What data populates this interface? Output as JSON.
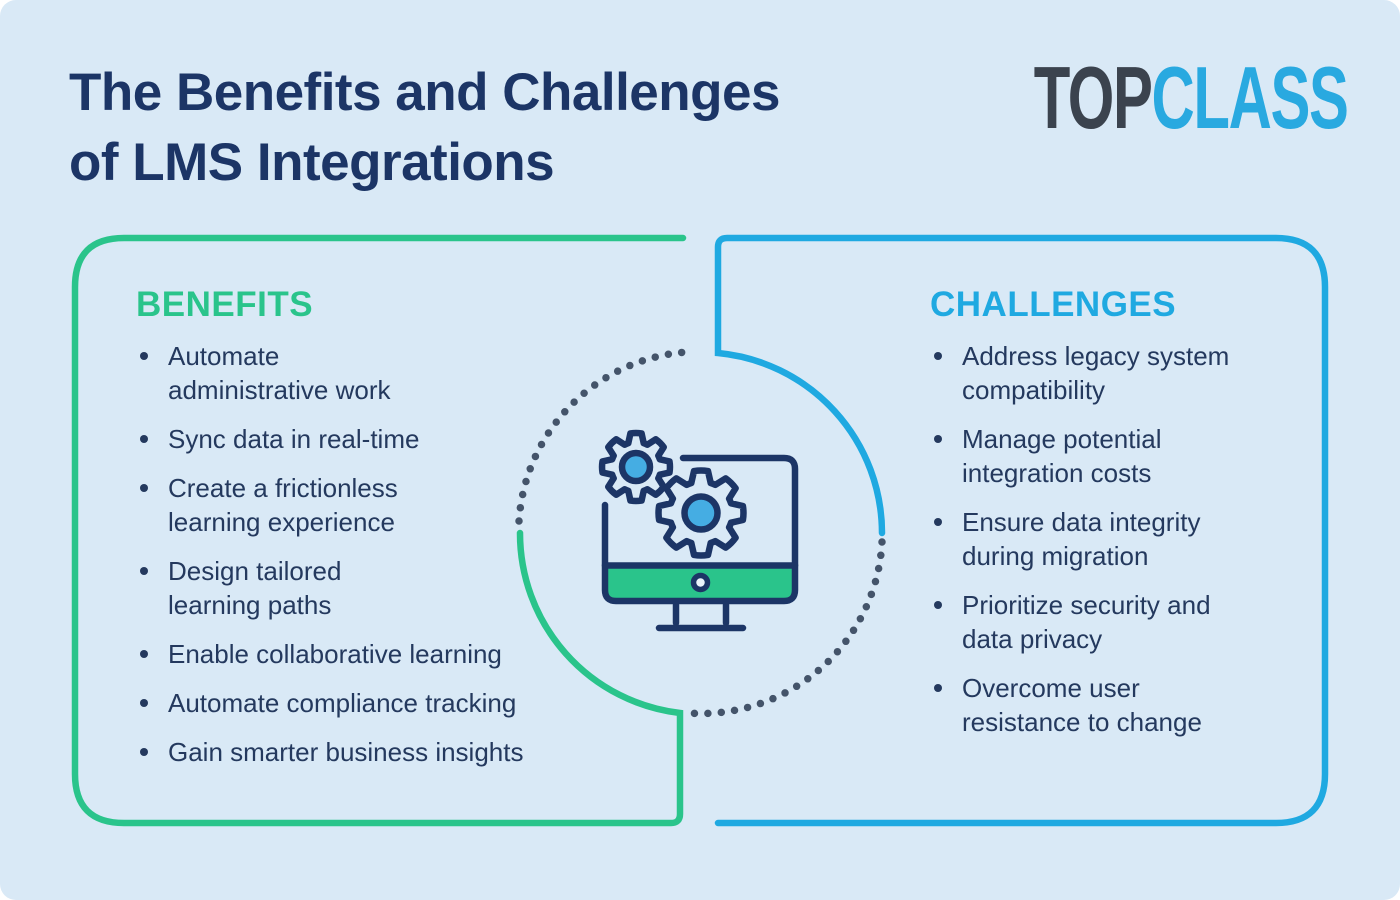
{
  "title": "The Benefits and Challenges\nof LMS Integrations",
  "logo": {
    "part1": "TOP",
    "part2": "CLASS"
  },
  "benefits": {
    "heading": "BENEFITS",
    "items": [
      "Automate\nadministrative work",
      "Sync data in real-time",
      "Create a frictionless\nlearning experience",
      "Design tailored\nlearning paths",
      "Enable collaborative learning",
      "Automate compliance tracking",
      "Gain smarter business insights"
    ]
  },
  "challenges": {
    "heading": "CHALLENGES",
    "items": [
      "Address legacy system\ncompatibility",
      "Manage potential\nintegration costs",
      "Ensure data integrity\nduring migration",
      "Prioritize security and\ndata privacy",
      "Overcome user\nresistance to change"
    ]
  },
  "icons": {
    "center": "monitor-with-gears-icon"
  },
  "colors": {
    "background": "#D9E9F6",
    "title_navy": "#1C3566",
    "body_text_navy": "#24395E",
    "benefits_green": "#2AC48B",
    "challenges_blue": "#1FA9E1",
    "dotted_circle_gray": "#44546A",
    "gear_blue_fill": "#45ADE3",
    "logo_dark": "#3B434E",
    "logo_blue": "#29A9E0"
  }
}
